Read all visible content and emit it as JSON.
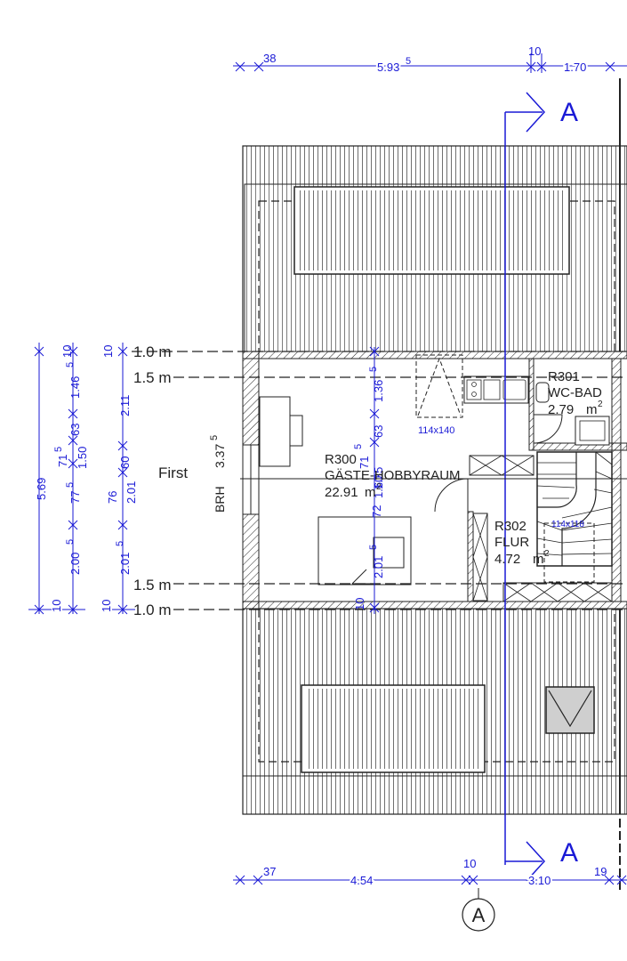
{
  "colors": {
    "ink": "#222222",
    "dimension": "#1a1ad6",
    "background": "#ffffff",
    "fill_gray": "#cfcfcf"
  },
  "section_marker": {
    "letter": "A"
  },
  "axis_marker": {
    "letter": "A"
  },
  "top_dims": {
    "d1": "38",
    "d2": "5.93",
    "d2_sup": "5",
    "d3": "10",
    "d4": "1.70"
  },
  "bottom_dims": {
    "d1": "37",
    "d2": "4.54",
    "d3": "10",
    "d4": "3.10",
    "d5": "19"
  },
  "levels": {
    "l1": "1.0 m",
    "l2": "1.5 m",
    "l3": "1.5 m",
    "l4": "1.0 m"
  },
  "left_dims": {
    "total": "5.69",
    "c2_a": "10",
    "c2_b": "1.46",
    "c2_b_sup": "5",
    "c2_c": "63",
    "c2_d": "71",
    "c2_d_sup": "5",
    "c2_e": "1.50",
    "c2_f": "77",
    "c2_f_sup": "5",
    "c2_g": "2.00",
    "c2_g_sup": "5",
    "c2_h": "10",
    "c3_a": "10",
    "c3_b": "2.11",
    "c3_c": "60",
    "c3_d": "76",
    "c3_e": "2.01",
    "c3_f": "2.01",
    "c3_f_sup": "5",
    "c3_g": "10"
  },
  "inner_dims": {
    "v1": "1.36",
    "v1_sup": "5",
    "v2": "63",
    "v3": "1.60",
    "v4": "71",
    "v4_sup": "5",
    "v5": "72",
    "v6": "2.01",
    "v6_sup": "5",
    "v7": "10",
    "v8": "1.35"
  },
  "window_label": "First",
  "brh": {
    "label": "BRH",
    "value": "3.37",
    "sup": "5"
  },
  "rooms": {
    "r300": {
      "id": "R300",
      "name": "GÄSTE-HOBBYRAUM",
      "area": "22.91",
      "unit": "m",
      "unit_sup": "2"
    },
    "r301": {
      "id": "R301",
      "name": "WC-BAD",
      "area": "2.79",
      "unit": "m",
      "unit_sup": "2"
    },
    "r302": {
      "id": "R302",
      "name": "FLUR",
      "area": "4.72",
      "unit": "m",
      "unit_sup": "2"
    }
  },
  "skylight_labels": {
    "s1": "114x140",
    "s2": "114x118"
  }
}
